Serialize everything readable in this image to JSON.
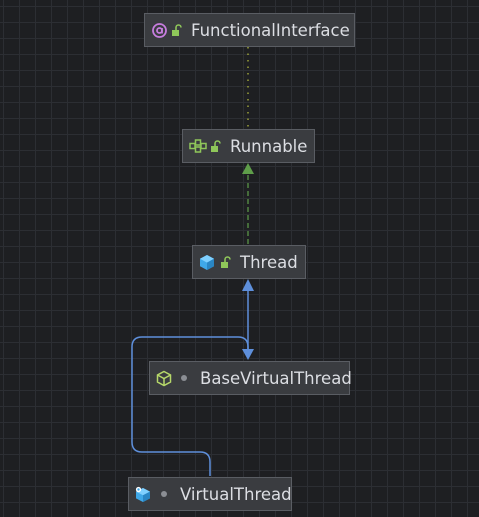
{
  "colors": {
    "implements_edge": "#5f9e4a",
    "extends_edge": "#5e8fdb",
    "annotation_edge": "#9aa03a",
    "node_bg": "#3a3c40",
    "node_border": "#5a5d63"
  },
  "nodes": [
    {
      "id": "functional-interface",
      "label": "FunctionalInterface",
      "kind": "annotation",
      "icon": "at-annotation-icon",
      "visibility": "public-lock-icon"
    },
    {
      "id": "runnable",
      "label": "Runnable",
      "kind": "interface",
      "icon": "interface-icon",
      "visibility": "public-lock-icon"
    },
    {
      "id": "thread",
      "label": "Thread",
      "kind": "class",
      "icon": "class-cube-icon",
      "visibility": "public-lock-icon"
    },
    {
      "id": "base-virtual-thread",
      "label": "BaseVirtualThread",
      "kind": "abstract-class",
      "icon": "abstract-class-icon",
      "visibility": "package-private-dot-icon"
    },
    {
      "id": "virtual-thread",
      "label": "VirtualThread",
      "kind": "final-class",
      "icon": "final-class-icon",
      "visibility": "package-private-dot-icon"
    }
  ],
  "edges": [
    {
      "from": "runnable",
      "to": "functional-interface",
      "style": "dotted",
      "relation": "annotated-by"
    },
    {
      "from": "thread",
      "to": "runnable",
      "style": "dashed",
      "relation": "implements"
    },
    {
      "from": "base-virtual-thread",
      "to": "thread",
      "style": "solid",
      "relation": "extends"
    },
    {
      "from": "virtual-thread",
      "to": "base-virtual-thread",
      "style": "solid",
      "relation": "extends"
    }
  ]
}
